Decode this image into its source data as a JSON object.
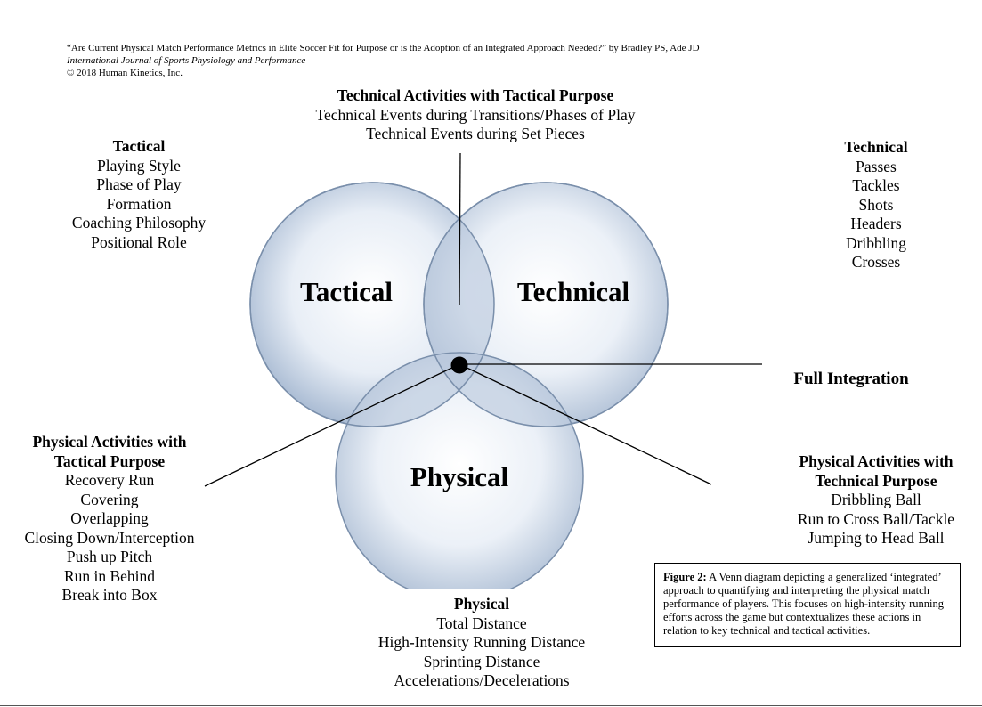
{
  "citation": {
    "line1": "“Are Current Physical Match Performance Metrics in Elite Soccer Fit for Purpose or is the Adoption of an Integrated Approach Needed?” by Bradley PS, Ade JD",
    "line2": "International Journal of Sports Physiology and Performance",
    "line3": "© 2018 Human Kinetics, Inc."
  },
  "circles": {
    "tactical": "Tactical",
    "technical": "Technical",
    "physical": "Physical"
  },
  "tech_tactical": {
    "heading": "Technical Activities with Tactical Purpose",
    "items": [
      "Technical Events during Transitions/Phases of Play",
      "Technical Events during Set Pieces"
    ]
  },
  "tactical": {
    "heading": "Tactical",
    "items": [
      "Playing Style",
      "Phase of Play",
      "Formation",
      "Coaching Philosophy",
      "Positional Role"
    ]
  },
  "technical": {
    "heading": "Technical",
    "items": [
      "Passes",
      "Tackles",
      "Shots",
      "Headers",
      "Dribbling",
      "Crosses"
    ]
  },
  "full_integration": "Full Integration",
  "phys_tactical": {
    "heading_line1": "Physical Activities with",
    "heading_line2": "Tactical Purpose",
    "items": [
      "Recovery Run",
      "Covering",
      "Overlapping",
      "Closing Down/Interception",
      "Push up Pitch",
      "Run in Behind",
      "Break into Box"
    ]
  },
  "phys_technical": {
    "heading_line1": "Physical Activities with",
    "heading_line2": "Technical Purpose",
    "items": [
      "Dribbling Ball",
      "Run to Cross Ball/Tackle",
      "Jumping to Head Ball"
    ]
  },
  "physical": {
    "heading": "Physical",
    "items": [
      "Total Distance",
      "High-Intensity Running Distance",
      "Sprinting Distance",
      "Accelerations/Decelerations"
    ]
  },
  "caption": {
    "label": "Figure 2:",
    "text": " A Venn diagram depicting a generalized ‘integrated’ approach to quantifying and interpreting the physical match performance of players. This focuses on high-intensity running efforts across the game but contextualizes these actions in relation to key technical and tactical activities."
  },
  "colors": {
    "circle_fill": "#dfe7f2",
    "circle_edge": "#7a8fab",
    "overlap_fill": "#c4d1e3"
  }
}
